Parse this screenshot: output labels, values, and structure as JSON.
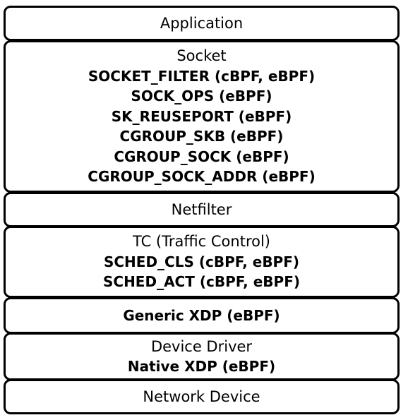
{
  "layers": {
    "application": {
      "title": "Application"
    },
    "socket": {
      "title": "Socket",
      "hooks": [
        "SOCKET_FILTER (cBPF, eBPF)",
        "SOCK_OPS (eBPF)",
        "SK_REUSEPORT (eBPF)",
        "CGROUP_SKB (eBPF)",
        "CGROUP_SOCK (eBPF)",
        "CGROUP_SOCK_ADDR (eBPF)"
      ]
    },
    "netfilter": {
      "title": "Netfilter"
    },
    "tc": {
      "title": "TC (Traffic Control)",
      "hooks": [
        "SCHED_CLS (cBPF, eBPF)",
        "SCHED_ACT (cBPF, eBPF)"
      ]
    },
    "generic_xdp": {
      "hooks": [
        "Generic XDP (eBPF)"
      ]
    },
    "device_driver": {
      "title": "Device Driver",
      "hooks": [
        "Native XDP (eBPF)"
      ]
    },
    "network_device": {
      "title": "Network Device"
    }
  },
  "colors": {
    "border": "#000000",
    "text": "#000000",
    "background": "#ffffff"
  }
}
